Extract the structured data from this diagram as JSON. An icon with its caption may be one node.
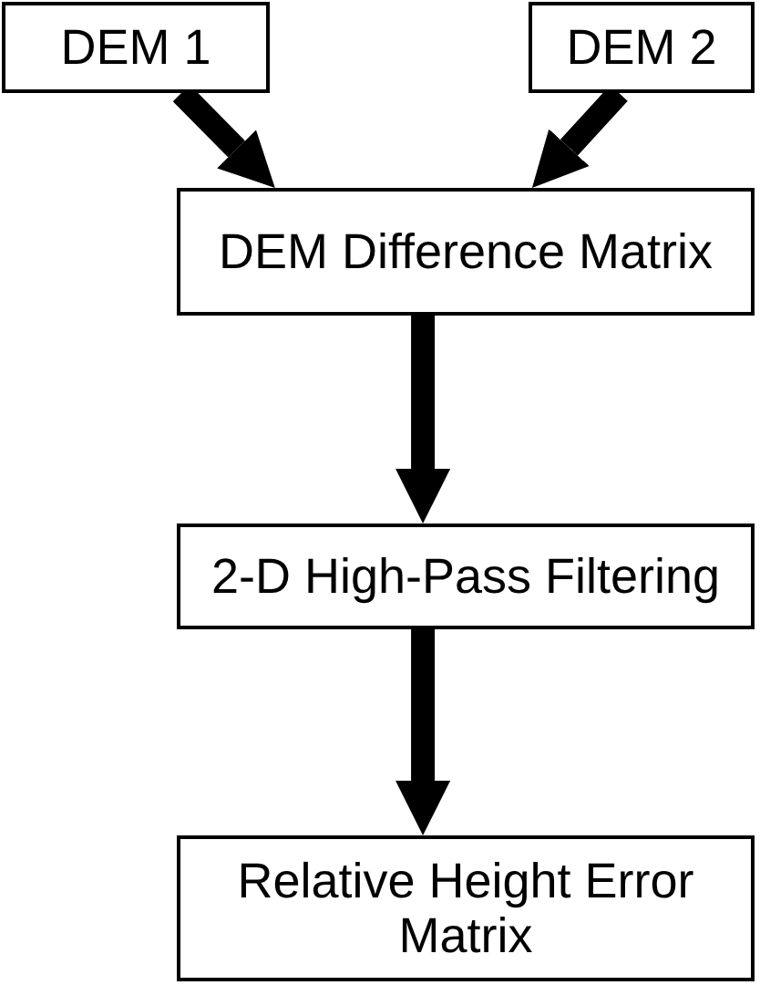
{
  "diagram": {
    "nodes": [
      {
        "text": [
          "DEM 1"
        ]
      },
      {
        "text": [
          "DEM 2"
        ]
      },
      {
        "text": [
          "DEM Difference Matrix"
        ]
      },
      {
        "text": [
          "2-D High-Pass Filtering"
        ]
      },
      {
        "text": [
          "Relative Height Error Matrix"
        ]
      }
    ],
    "edges": [
      {
        "from": 0,
        "to": 2,
        "arrow": "to"
      },
      {
        "from": 1,
        "to": 2,
        "arrow": "to"
      },
      {
        "from": 2,
        "to": 3,
        "arrow": "to"
      },
      {
        "from": 3,
        "to": 4,
        "arrow": "to"
      }
    ]
  }
}
